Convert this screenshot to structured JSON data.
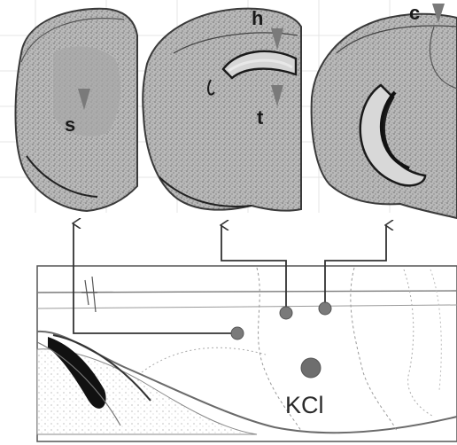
{
  "labels": {
    "s": "s",
    "h": "h",
    "t": "t",
    "c": "c",
    "kcl": "KCl"
  },
  "colors": {
    "tissue": "#8a8a8a",
    "tissue_dark": "#5a5a5a",
    "marker": "#7a7a7a",
    "connector": "#333333",
    "ventricle": "#111111"
  }
}
